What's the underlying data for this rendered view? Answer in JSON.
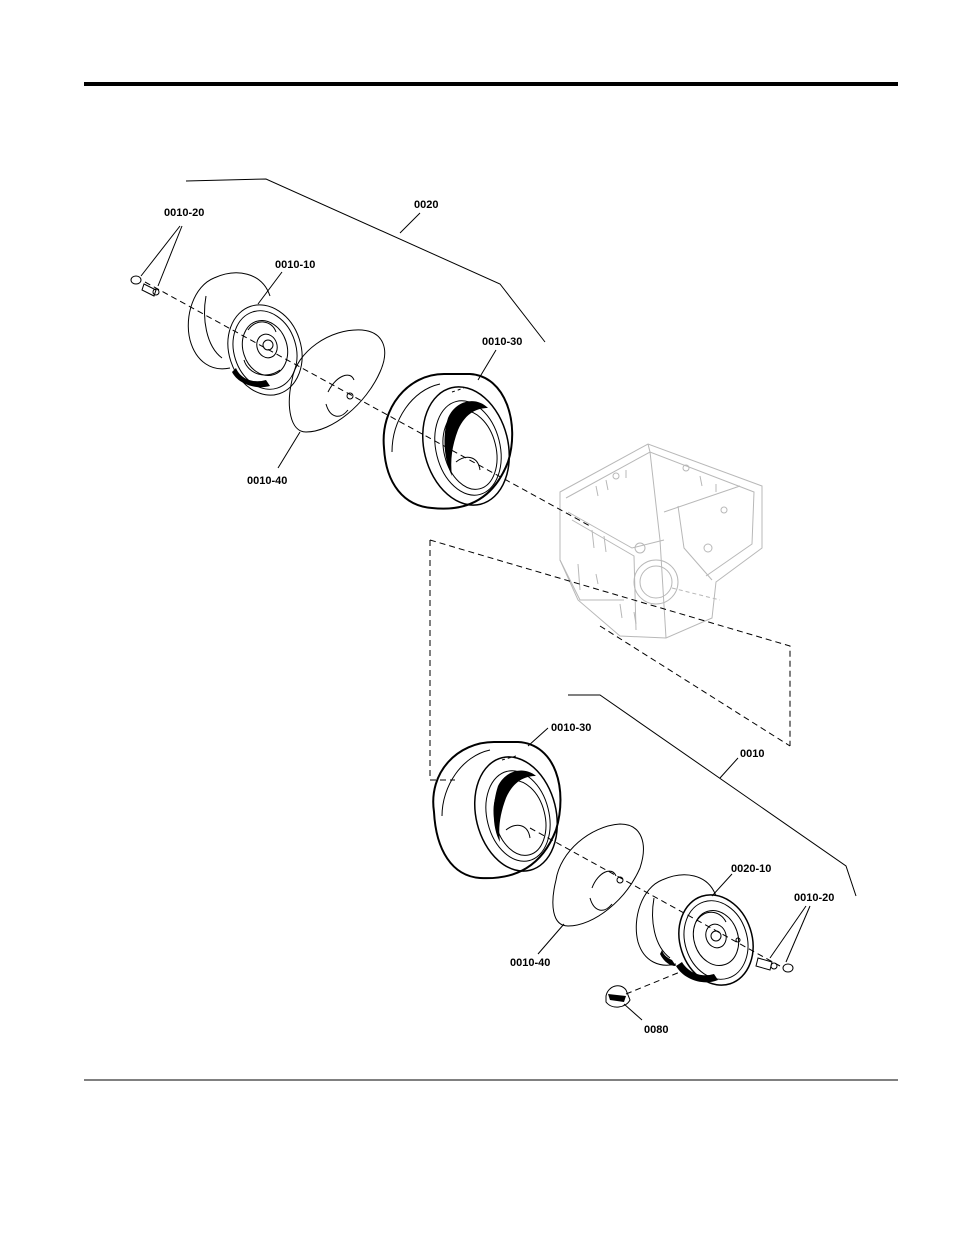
{
  "diagram": {
    "labels": {
      "assembly_top": "0020",
      "assembly_bottom": "0010",
      "valve_top": "0010-20",
      "rim_top": "0010-10",
      "tube_top": "0010-40",
      "tire_top": "0010-30",
      "tire_bottom": "0010-30",
      "tube_bottom": "0010-40",
      "rim_bottom": "0020-10",
      "valve_bottom": "0010-20",
      "pin_bottom": "0080"
    }
  }
}
